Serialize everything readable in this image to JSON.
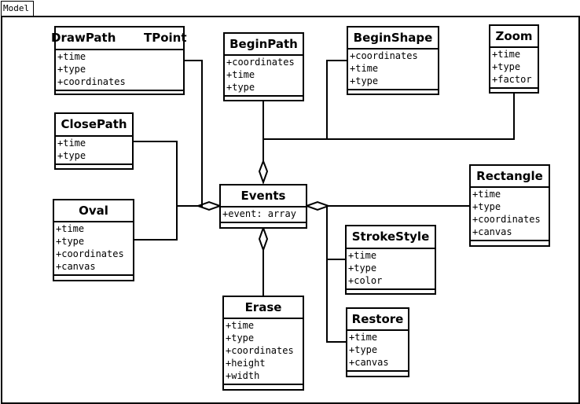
{
  "frame": {
    "label": "Model"
  },
  "classes": {
    "drawpath": {
      "name": "DrawPath",
      "overlap": "TPoint",
      "attributes": [
        "+time",
        "+type",
        "+coordinates"
      ]
    },
    "beginpath": {
      "name": "BeginPath",
      "attributes": [
        "+coordinates",
        "+time",
        "+type"
      ]
    },
    "beginshape": {
      "name": "BeginShape",
      "attributes": [
        "+coordinates",
        "+time",
        "+type"
      ]
    },
    "zoom": {
      "name": "Zoom",
      "attributes": [
        "+time",
        "+type",
        "+factor"
      ]
    },
    "closepath": {
      "name": "ClosePath",
      "attributes": [
        "+time",
        "+type"
      ]
    },
    "events": {
      "name": "Events",
      "attributes": [
        "+event: array"
      ]
    },
    "rectangle": {
      "name": "Rectangle",
      "attributes": [
        "+time",
        "+type",
        "+coordinates",
        "+canvas"
      ]
    },
    "oval": {
      "name": "Oval",
      "attributes": [
        "+time",
        "+type",
        "+coordinates",
        "+canvas"
      ]
    },
    "strokestyle": {
      "name": "StrokeStyle",
      "attributes": [
        "+time",
        "+type",
        "+color"
      ]
    },
    "erase": {
      "name": "Erase",
      "attributes": [
        "+time",
        "+type",
        "+coordinates",
        "+height",
        "+width"
      ]
    },
    "restore": {
      "name": "Restore",
      "attributes": [
        "+time",
        "+type",
        "+canvas"
      ]
    }
  }
}
